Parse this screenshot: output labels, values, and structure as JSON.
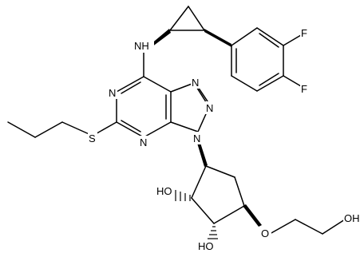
{
  "atoms": {
    "F1": "F",
    "F2": "F",
    "NH": "NH",
    "N_tri_top": "N",
    "N_tri_mid": "N",
    "N_tri_bot": "N",
    "N_pyr_left": "N",
    "N_pyr_bot": "N",
    "S": "S",
    "HO_left": "HO",
    "HO_bottom": "HO",
    "O_ether": "O",
    "OH_end": "OH"
  }
}
